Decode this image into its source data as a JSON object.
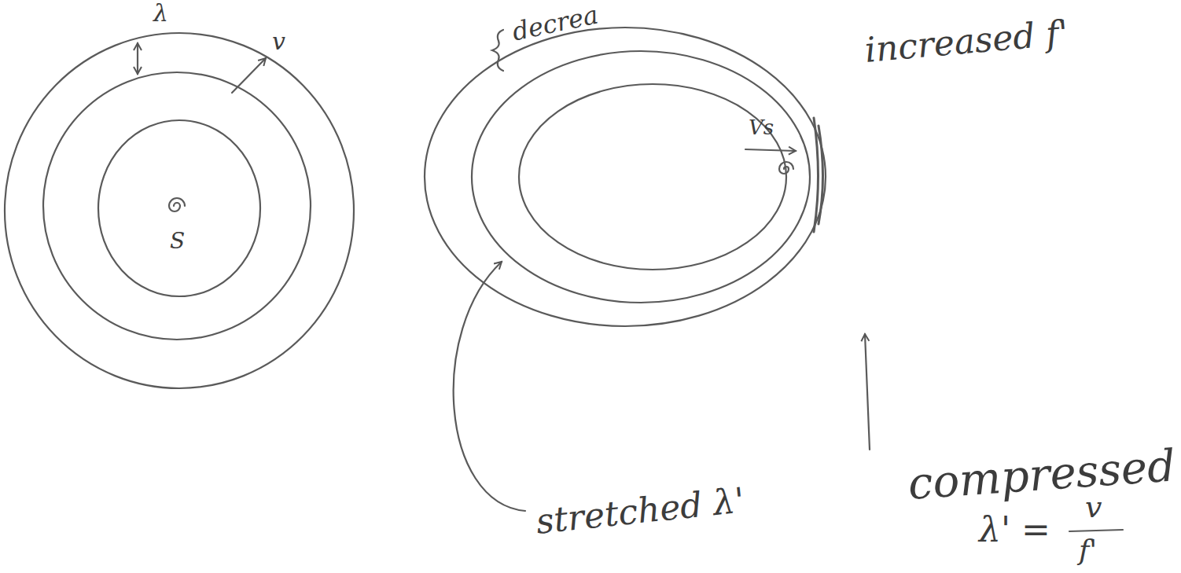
{
  "diagram": {
    "labels": [
      "λ",
      "v",
      "S",
      "decrea",
      "Vs",
      "increased f'",
      "stretched λ'",
      "compressed",
      "λ' =",
      "v",
      "f'"
    ]
  }
}
